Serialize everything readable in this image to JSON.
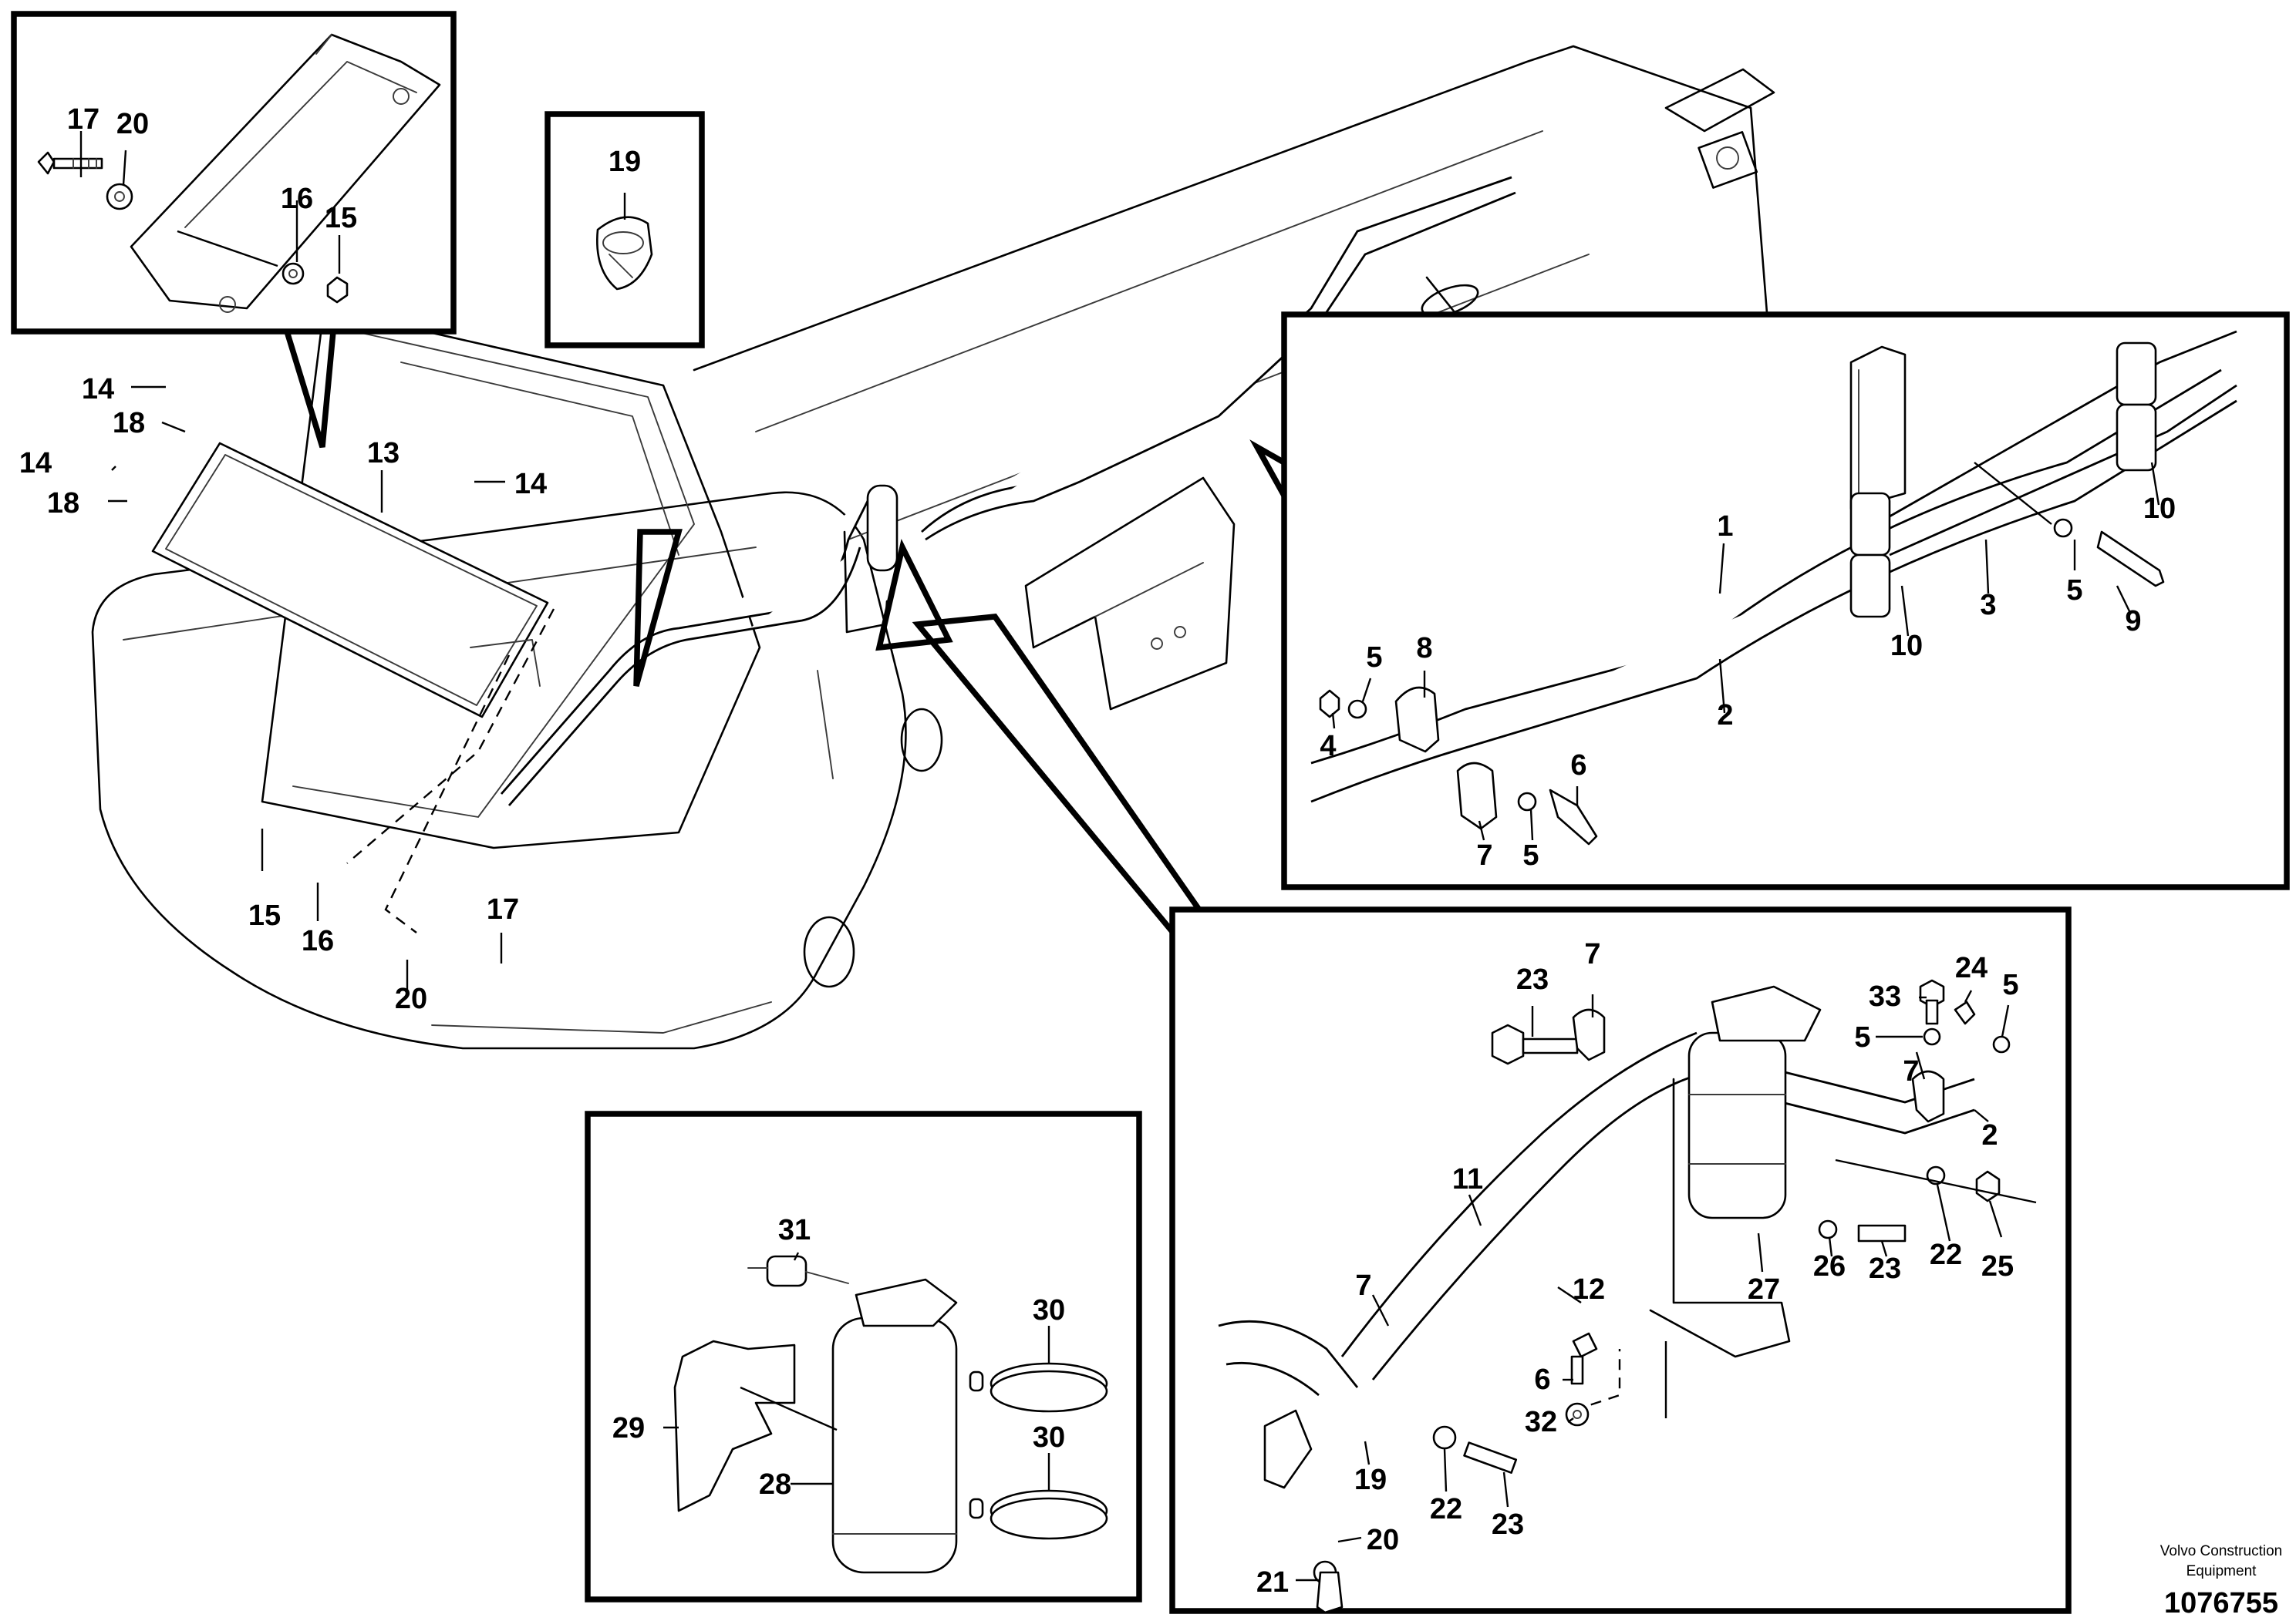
{
  "footer": {
    "company_line1": "Volvo Construction",
    "company_line2": "Equipment",
    "drawing_number": "1076755"
  },
  "callouts": [
    {
      "id": "c17a",
      "text": "17"
    },
    {
      "id": "c20a",
      "text": "20"
    },
    {
      "id": "c16a",
      "text": "16"
    },
    {
      "id": "c15a",
      "text": "15"
    },
    {
      "id": "c19a",
      "text": "19"
    },
    {
      "id": "c14a",
      "text": "14"
    },
    {
      "id": "c18a",
      "text": "18"
    },
    {
      "id": "c14b",
      "text": "14"
    },
    {
      "id": "c18b",
      "text": "18"
    },
    {
      "id": "c13",
      "text": "13"
    },
    {
      "id": "c14c",
      "text": "14"
    },
    {
      "id": "c15b",
      "text": "15"
    },
    {
      "id": "c16b",
      "text": "16"
    },
    {
      "id": "c17b",
      "text": "17"
    },
    {
      "id": "c20b",
      "text": "20"
    },
    {
      "id": "c1",
      "text": "1"
    },
    {
      "id": "c2a",
      "text": "2"
    },
    {
      "id": "c3",
      "text": "3"
    },
    {
      "id": "c10a",
      "text": "10"
    },
    {
      "id": "c10b",
      "text": "10"
    },
    {
      "id": "c5a",
      "text": "5"
    },
    {
      "id": "c9",
      "text": "9"
    },
    {
      "id": "c8",
      "text": "8"
    },
    {
      "id": "c5b",
      "text": "5"
    },
    {
      "id": "c4",
      "text": "4"
    },
    {
      "id": "c6a",
      "text": "6"
    },
    {
      "id": "c7a",
      "text": "7"
    },
    {
      "id": "c5c",
      "text": "5"
    },
    {
      "id": "c23a",
      "text": "23"
    },
    {
      "id": "c7b",
      "text": "7"
    },
    {
      "id": "c24",
      "text": "24"
    },
    {
      "id": "c33",
      "text": "33"
    },
    {
      "id": "c5d",
      "text": "5"
    },
    {
      "id": "c5e",
      "text": "5"
    },
    {
      "id": "c7c",
      "text": "7"
    },
    {
      "id": "c2b",
      "text": "2"
    },
    {
      "id": "c11",
      "text": "11"
    },
    {
      "id": "c26",
      "text": "26"
    },
    {
      "id": "c23b",
      "text": "23"
    },
    {
      "id": "c22a",
      "text": "22"
    },
    {
      "id": "c25",
      "text": "25"
    },
    {
      "id": "c7d",
      "text": "7"
    },
    {
      "id": "c12",
      "text": "12"
    },
    {
      "id": "c27",
      "text": "27"
    },
    {
      "id": "c6b",
      "text": "6"
    },
    {
      "id": "c32",
      "text": "32"
    },
    {
      "id": "c19b",
      "text": "19"
    },
    {
      "id": "c22b",
      "text": "22"
    },
    {
      "id": "c23c",
      "text": "23"
    },
    {
      "id": "c20c",
      "text": "20"
    },
    {
      "id": "c21",
      "text": "21"
    },
    {
      "id": "c31",
      "text": "31"
    },
    {
      "id": "c30a",
      "text": "30"
    },
    {
      "id": "c29",
      "text": "29"
    },
    {
      "id": "c28",
      "text": "28"
    },
    {
      "id": "c30b",
      "text": "30"
    }
  ]
}
